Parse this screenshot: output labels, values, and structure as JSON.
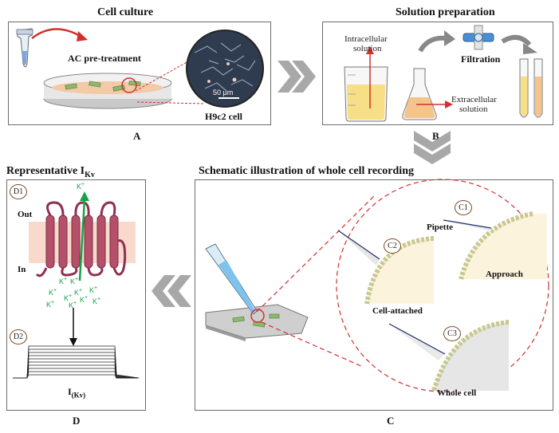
{
  "panel_a": {
    "title": "Cell culture",
    "pretreatment": "AC pre-treatment",
    "scale_bar": "50 μm",
    "cell_name": "H9c2 cell",
    "letter": "A"
  },
  "panel_b": {
    "title": "Solution preparation",
    "intracellular_l1": "Intracellular",
    "intracellular_l2": "solution",
    "filtration": "Filtration",
    "extracellular_l1": "Extracellular",
    "extracellular_l2": "solution",
    "letter": "B"
  },
  "panel_c": {
    "title": "Schematic illustration of whole cell recording",
    "c1": "C1",
    "c2": "C2",
    "c3": "C3",
    "pipette": "Pipette",
    "approach": "Approach",
    "cell_attached": "Cell-attached",
    "whole_cell": "Whole cell",
    "letter": "C"
  },
  "panel_d": {
    "title_main": "Representative I",
    "title_sub": "Kv",
    "d1": "D1",
    "d2": "D2",
    "out": "Out",
    "in": "In",
    "k_ion": "K",
    "k_sup": "+",
    "current_main": "I",
    "current_sub": "(Kv)",
    "letter": "D"
  },
  "colors": {
    "frame": "#6b6b6b",
    "dashed_red": "#d32f2f",
    "ion_green": "#17a34a",
    "channel": "#b5506a",
    "membrane": "#f8d9cc",
    "cell_fill": "#fbf3dc",
    "arrow_gray": "#a8a8a8"
  },
  "icons": [
    "tube-icon",
    "petri-dish-icon",
    "microscope-image",
    "beaker-icon",
    "flask-icon",
    "syringe-filter-icon",
    "test-tubes-icon",
    "pipette-icon",
    "slide-icon",
    "ion-channel-icon",
    "current-traces"
  ]
}
